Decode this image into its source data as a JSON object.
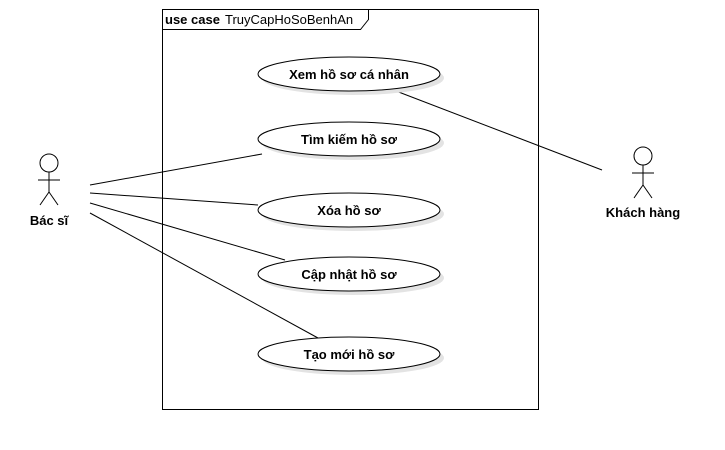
{
  "diagram": {
    "frame": {
      "keyword": "use case",
      "name": "TruyCapHoSoBenhAn"
    },
    "actors": {
      "doctor": {
        "label": "Bác sĩ"
      },
      "customer": {
        "label": "Khách hàng"
      }
    },
    "use_cases": [
      {
        "id": "view",
        "label": "Xem hồ sơ cá nhân"
      },
      {
        "id": "search",
        "label": "Tìm kiếm hồ sơ"
      },
      {
        "id": "delete",
        "label": "Xóa hồ sơ"
      },
      {
        "id": "update",
        "label": "Cập nhật hồ sơ"
      },
      {
        "id": "create",
        "label": "Tạo mới hồ sơ"
      }
    ],
    "associations": [
      {
        "actor": "doctor",
        "use_case": "search"
      },
      {
        "actor": "doctor",
        "use_case": "delete"
      },
      {
        "actor": "doctor",
        "use_case": "update"
      },
      {
        "actor": "doctor",
        "use_case": "create"
      },
      {
        "actor": "customer",
        "use_case": "view"
      }
    ]
  }
}
